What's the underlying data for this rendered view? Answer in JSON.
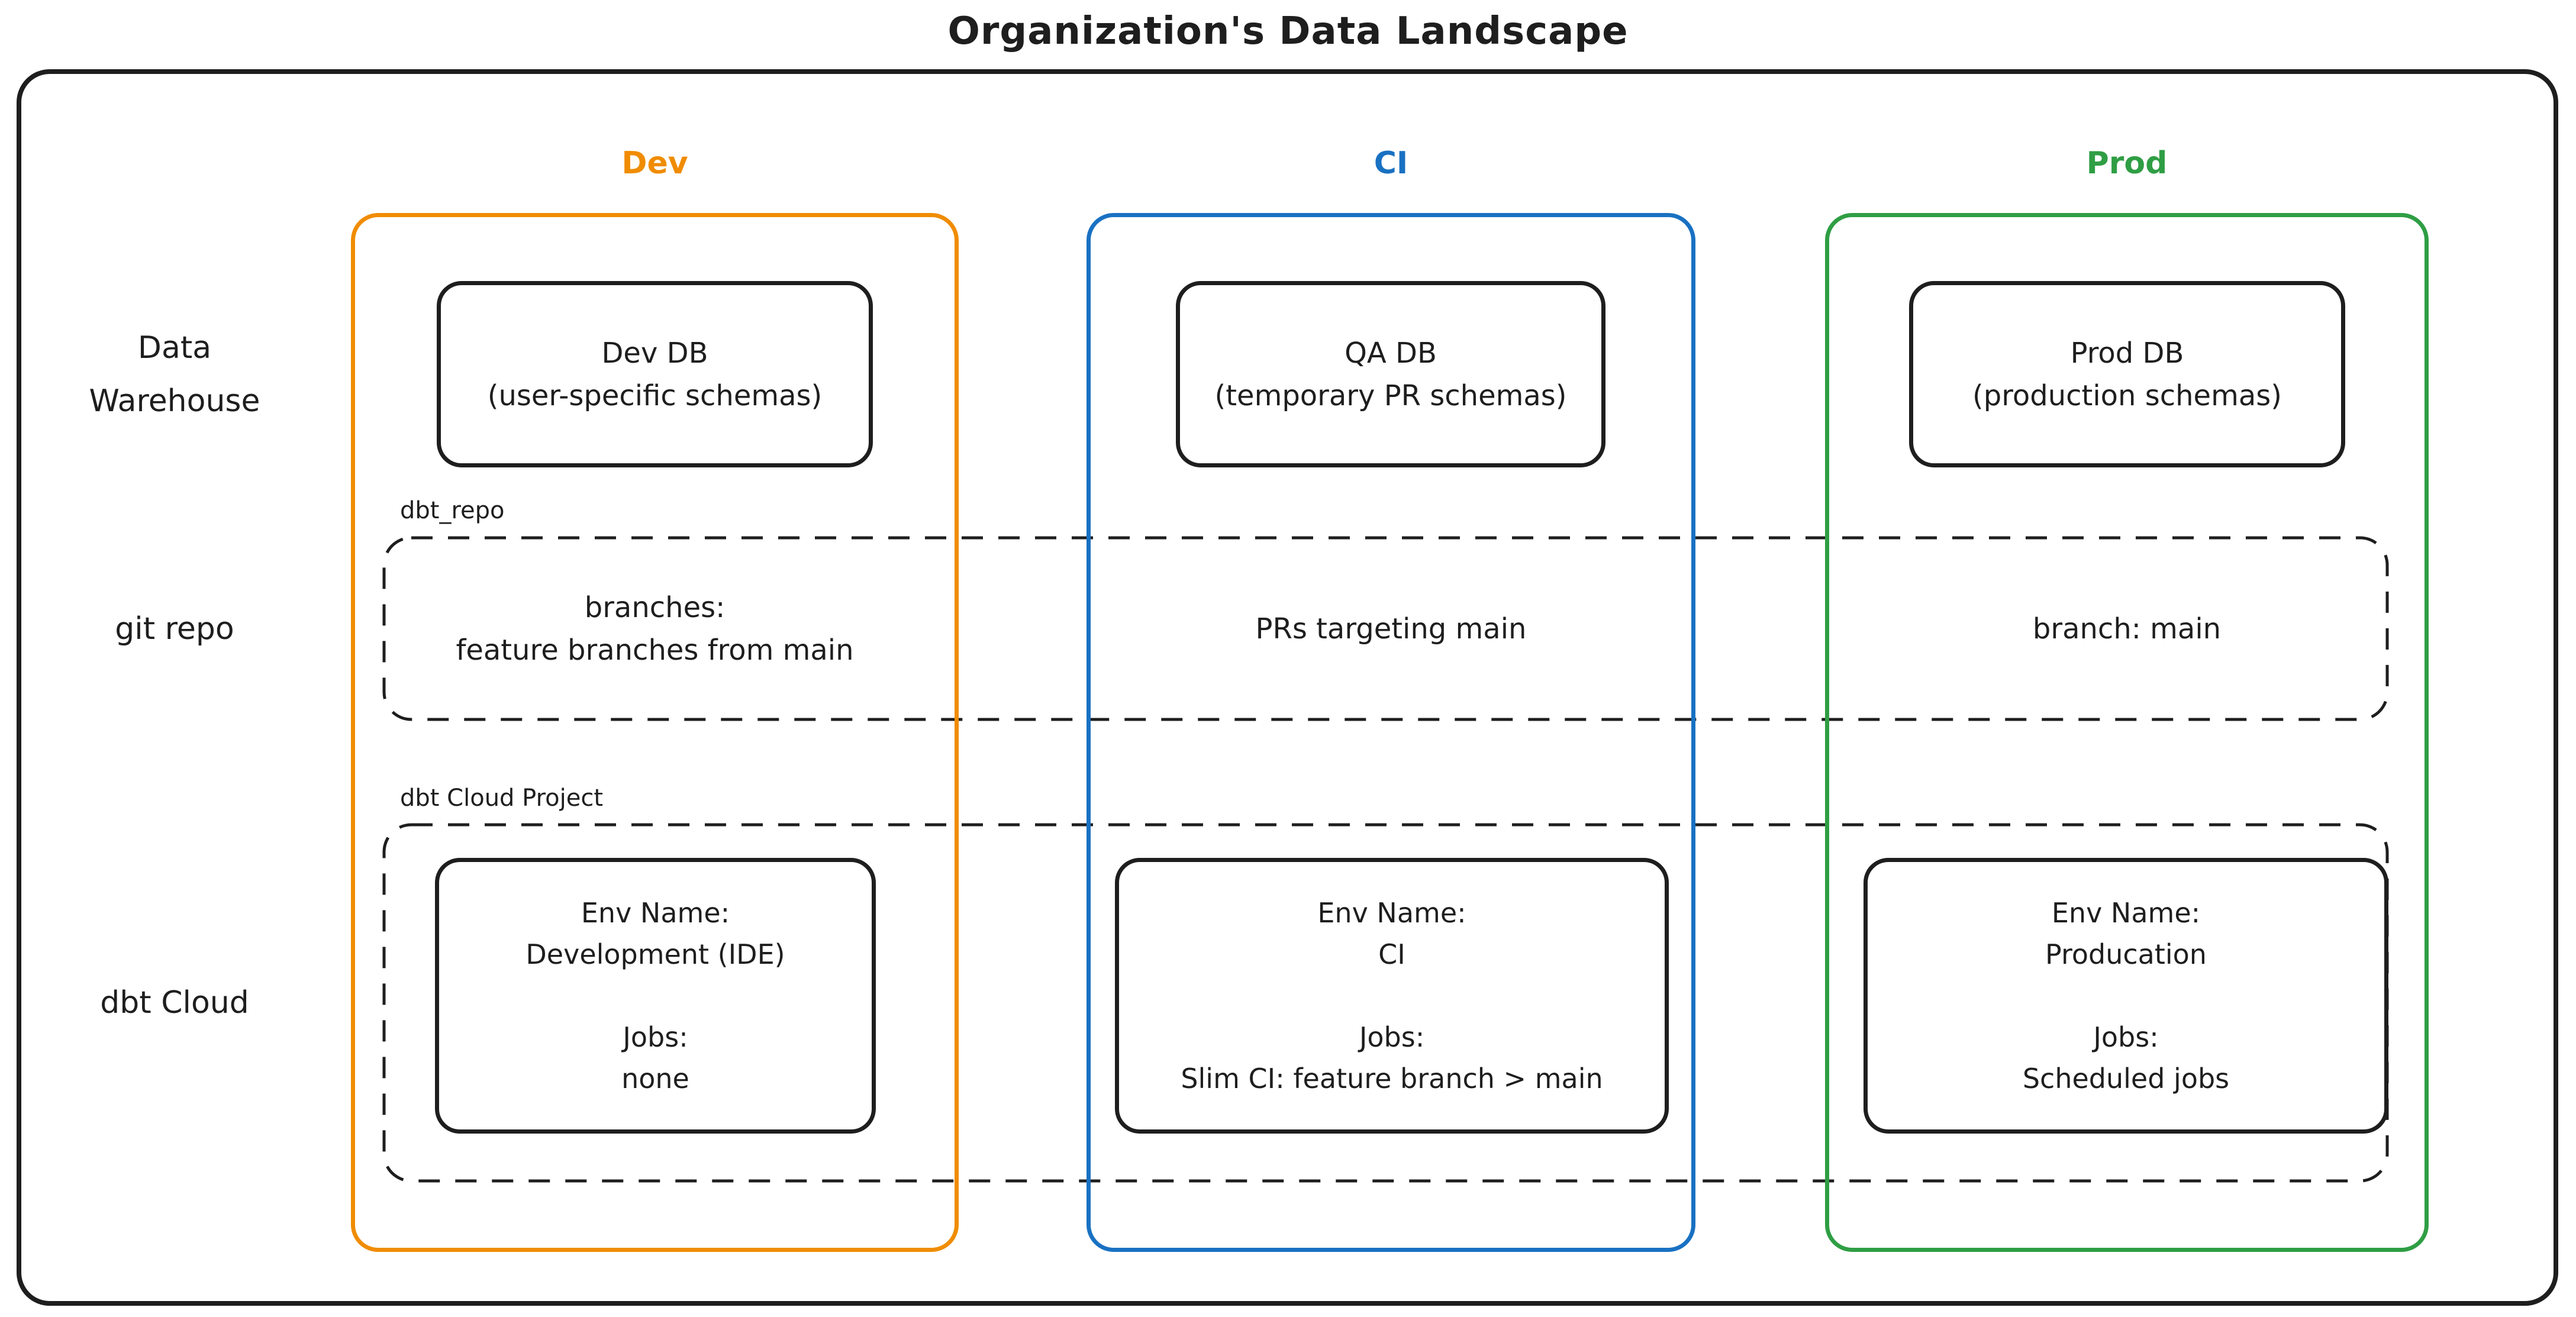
{
  "title": "Organization's Data Landscape",
  "colors": {
    "dev": "#f08c00",
    "ci": "#1971c2",
    "prod": "#2f9e44",
    "stroke": "#1e1e1e"
  },
  "rows": {
    "warehouse": {
      "line1": "Data",
      "line2": "Warehouse"
    },
    "git": {
      "label": "git repo"
    },
    "cloud": {
      "label": "dbt Cloud"
    }
  },
  "bands": {
    "git_repo": {
      "label": "dbt_repo"
    },
    "dbt_cloud": {
      "label": "dbt Cloud Project"
    }
  },
  "columns": [
    {
      "header": "Dev",
      "db": {
        "line1": "Dev DB",
        "line2": "(user-specific schemas)"
      },
      "git": {
        "line1": "branches:",
        "line2": "feature branches from main"
      },
      "cloud": {
        "env_label": "Env Name:",
        "env_value": "Development (IDE)",
        "jobs_label": "Jobs:",
        "jobs_value": "none"
      }
    },
    {
      "header": "CI",
      "db": {
        "line1": "QA DB",
        "line2": "(temporary PR schemas)"
      },
      "git": {
        "line1": "PRs targeting main",
        "line2": ""
      },
      "cloud": {
        "env_label": "Env Name:",
        "env_value": "CI",
        "jobs_label": "Jobs:",
        "jobs_value": "Slim CI: feature branch > main"
      }
    },
    {
      "header": "Prod",
      "db": {
        "line1": "Prod DB",
        "line2": "(production schemas)"
      },
      "git": {
        "line1": "branch: main",
        "line2": ""
      },
      "cloud": {
        "env_label": "Env Name:",
        "env_value": "Producation",
        "jobs_label": "Jobs:",
        "jobs_value": "Scheduled jobs"
      }
    }
  ]
}
